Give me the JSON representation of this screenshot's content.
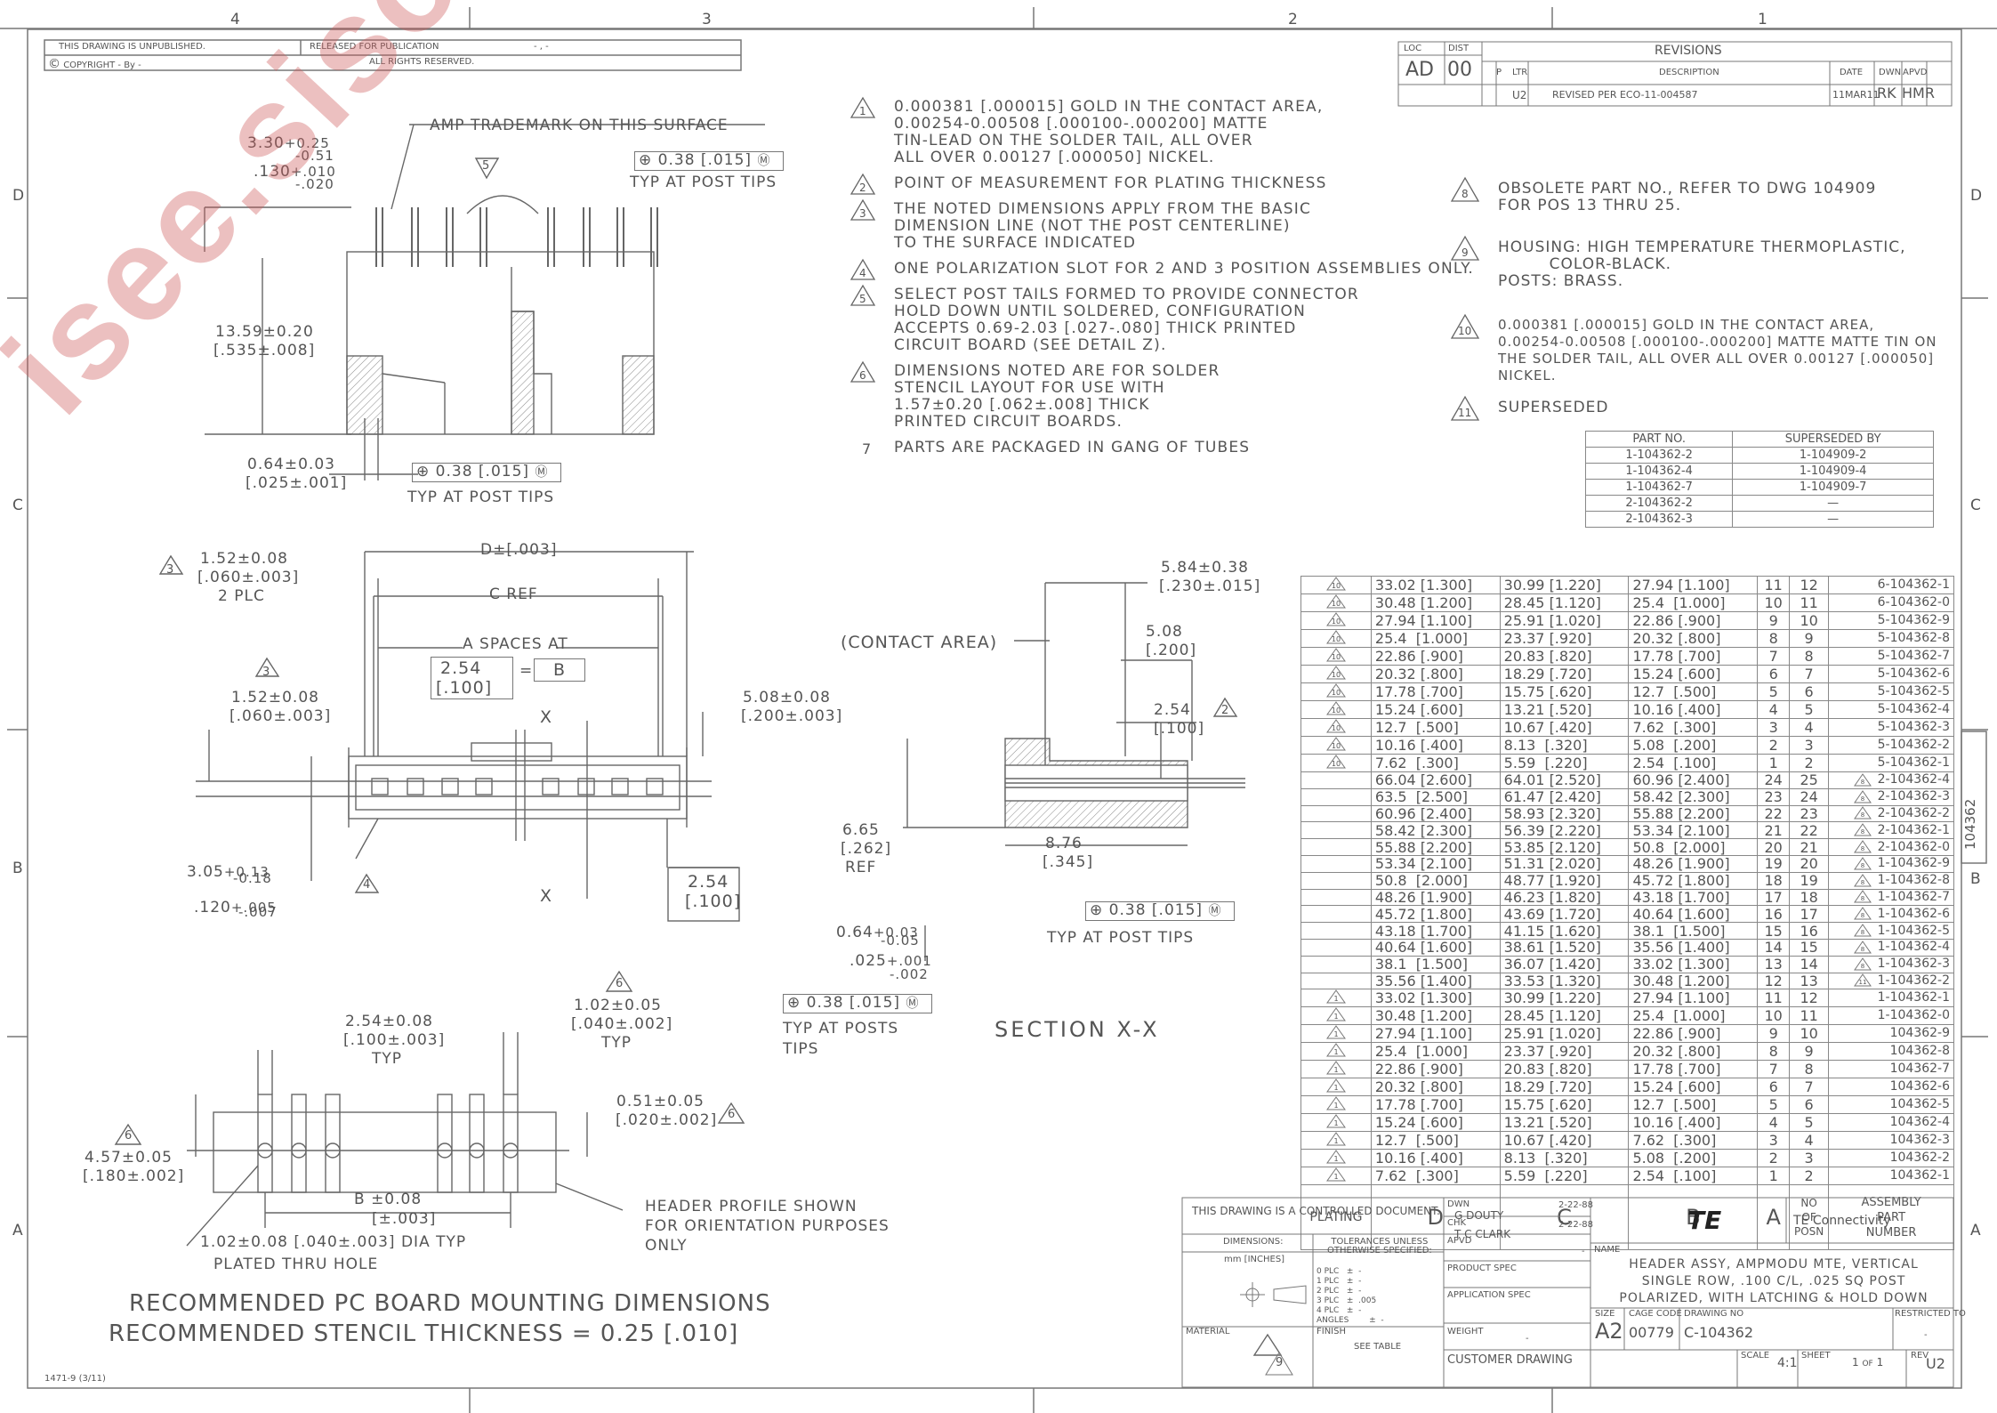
{
  "frame": {
    "zones_top": [
      "4",
      "3",
      "2",
      "1"
    ],
    "zones_side": [
      "D",
      "C",
      "B",
      "A"
    ]
  },
  "header_left": {
    "unpublished": "THIS DRAWING IS UNPUBLISHED.",
    "released": "RELEASED FOR PUBLICATION",
    "copyright": "COPYRIGHT  -    By -",
    "rights": "ALL RIGHTS RESERVED.",
    "dash": "- , -"
  },
  "revisions": {
    "title": "REVISIONS",
    "loc_label": "LOC",
    "loc": "AD",
    "dist_label": "DIST",
    "dist": "00",
    "p": "P",
    "cols": [
      "LTR",
      "DESCRIPTION",
      "DATE",
      "DWN",
      "APVD"
    ],
    "row": [
      "U2",
      "REVISED PER ECO-11-004587",
      "11MAR11",
      "RK",
      "HMR"
    ]
  },
  "notes": [
    {
      "num": "1",
      "tri": true,
      "lines": [
        "0.000381 [.000015] GOLD IN THE CONTACT AREA,",
        "0.00254-0.00508 [.000100-.000200] MATTE",
        "TIN-LEAD ON THE SOLDER TAIL, ALL OVER",
        "ALL OVER 0.00127 [.000050] NICKEL."
      ]
    },
    {
      "num": "2",
      "tri": true,
      "lines": [
        "POINT OF MEASUREMENT FOR PLATING THICKNESS"
      ]
    },
    {
      "num": "3",
      "tri": true,
      "lines": [
        "THE NOTED DIMENSIONS APPLY FROM THE BASIC",
        "DIMENSION LINE (NOT THE POST CENTERLINE)",
        "TO THE SURFACE INDICATED"
      ]
    },
    {
      "num": "4",
      "tri": true,
      "lines": [
        "ONE POLARIZATION SLOT FOR 2 AND 3 POSITION ASSEMBLIES ONLY."
      ]
    },
    {
      "num": "5",
      "tri": true,
      "lines": [
        "SELECT POST TAILS FORMED TO PROVIDE CONNECTOR",
        "HOLD DOWN UNTIL SOLDERED, CONFIGURATION",
        "ACCEPTS 0.69-2.03 [.027-.080] THICK PRINTED",
        "CIRCUIT BOARD (SEE DETAIL Z)."
      ]
    },
    {
      "num": "6",
      "tri": true,
      "lines": [
        "DIMENSIONS NOTED ARE FOR SOLDER",
        "STENCIL LAYOUT FOR USE WITH",
        "1.57±0.20 [.062±.008] THICK",
        "PRINTED CIRCUIT BOARDS."
      ]
    },
    {
      "num": "7",
      "tri": false,
      "lines": [
        "PARTS ARE PACKAGED IN GANG OF TUBES"
      ]
    }
  ],
  "notes_right": [
    {
      "num": "8",
      "lines": [
        "OBSOLETE PART NO., REFER TO DWG 104909",
        "FOR POS 13 THRU 25."
      ]
    },
    {
      "num": "9",
      "lines": [
        "HOUSING: HIGH TEMPERATURE THERMOPLASTIC,",
        "         COLOR-BLACK.",
        "POSTS: BRASS."
      ]
    },
    {
      "num": "10",
      "lines": [
        "0.000381 [.000015] GOLD IN THE CONTACT AREA,",
        "0.00254-0.00508 [.000100-.000200] MATTE MATTE TIN ON",
        "THE SOLDER TAIL, ALL OVER ALL OVER 0.00127 [.000050]",
        "NICKEL."
      ]
    },
    {
      "num": "11",
      "lines": [
        "SUPERSEDED"
      ]
    }
  ],
  "superseded": {
    "headers": [
      "PART NO.",
      "SUPERSEDED BY"
    ],
    "rows": [
      [
        "1-104362-2",
        "1-104909-2"
      ],
      [
        "1-104362-4",
        "1-104909-4"
      ],
      [
        "1-104362-7",
        "1-104909-7"
      ],
      [
        "2-104362-2",
        "—"
      ],
      [
        "2-104362-3",
        "—"
      ]
    ]
  },
  "table": {
    "rows": [
      [
        "10",
        "33.02 [1.300]",
        "30.99 [1.220]",
        "27.94 [1.100]",
        "11",
        "12",
        "",
        "6-104362-1"
      ],
      [
        "10",
        "30.48 [1.200]",
        "28.45 [1.120]",
        "25.4  [1.000]",
        "10",
        "11",
        "",
        "6-104362-0"
      ],
      [
        "10",
        "27.94 [1.100]",
        "25.91 [1.020]",
        "22.86 [.900]",
        "9",
        "10",
        "",
        "5-104362-9"
      ],
      [
        "10",
        "25.4  [1.000]",
        "23.37 [.920]",
        "20.32 [.800]",
        "8",
        "9",
        "",
        "5-104362-8"
      ],
      [
        "10",
        "22.86 [.900]",
        "20.83 [.820]",
        "17.78 [.700]",
        "7",
        "8",
        "",
        "5-104362-7"
      ],
      [
        "10",
        "20.32 [.800]",
        "18.29 [.720]",
        "15.24 [.600]",
        "6",
        "7",
        "",
        "5-104362-6"
      ],
      [
        "10",
        "17.78 [.700]",
        "15.75 [.620]",
        "12.7  [.500]",
        "5",
        "6",
        "",
        "5-104362-5"
      ],
      [
        "10",
        "15.24 [.600]",
        "13.21 [.520]",
        "10.16 [.400]",
        "4",
        "5",
        "",
        "5-104362-4"
      ],
      [
        "10",
        "12.7  [.500]",
        "10.67 [.420]",
        "7.62  [.300]",
        "3",
        "4",
        "",
        "5-104362-3"
      ],
      [
        "10",
        "10.16 [.400]",
        "8.13  [.320]",
        "5.08  [.200]",
        "2",
        "3",
        "",
        "5-104362-2"
      ],
      [
        "10",
        "7.62  [.300]",
        "5.59  [.220]",
        "2.54  [.100]",
        "1",
        "2",
        "",
        "5-104362-1"
      ],
      [
        "",
        "66.04 [2.600]",
        "64.01 [2.520]",
        "60.96 [2.400]",
        "24",
        "25",
        "8",
        "2-104362-4"
      ],
      [
        "",
        "63.5  [2.500]",
        "61.47 [2.420]",
        "58.42 [2.300]",
        "23",
        "24",
        "8",
        "2-104362-3"
      ],
      [
        "",
        "60.96 [2.400]",
        "58.93 [2.320]",
        "55.88 [2.200]",
        "22",
        "23",
        "8",
        "2-104362-2"
      ],
      [
        "",
        "58.42 [2.300]",
        "56.39 [2.220]",
        "53.34 [2.100]",
        "21",
        "22",
        "8",
        "2-104362-1"
      ],
      [
        "",
        "55.88 [2.200]",
        "53.85 [2.120]",
        "50.8  [2.000]",
        "20",
        "21",
        "8",
        "2-104362-0"
      ],
      [
        "",
        "53.34 [2.100]",
        "51.31 [2.020]",
        "48.26 [1.900]",
        "19",
        "20",
        "8",
        "1-104362-9"
      ],
      [
        "",
        "50.8  [2.000]",
        "48.77 [1.920]",
        "45.72 [1.800]",
        "18",
        "19",
        "8",
        "1-104362-8"
      ],
      [
        "",
        "48.26 [1.900]",
        "46.23 [1.820]",
        "43.18 [1.700]",
        "17",
        "18",
        "8",
        "1-104362-7"
      ],
      [
        "",
        "45.72 [1.800]",
        "43.69 [1.720]",
        "40.64 [1.600]",
        "16",
        "17",
        "8",
        "1-104362-6"
      ],
      [
        "",
        "43.18 [1.700]",
        "41.15 [1.620]",
        "38.1  [1.500]",
        "15",
        "16",
        "8",
        "1-104362-5"
      ],
      [
        "",
        "40.64 [1.600]",
        "38.61 [1.520]",
        "35.56 [1.400]",
        "14",
        "15",
        "8",
        "1-104362-4"
      ],
      [
        "",
        "38.1  [1.500]",
        "36.07 [1.420]",
        "33.02 [1.300]",
        "13",
        "14",
        "8",
        "1-104362-3"
      ],
      [
        "",
        "35.56 [1.400]",
        "33.53 [1.320]",
        "30.48 [1.200]",
        "12",
        "13",
        "11",
        "1-104362-2"
      ],
      [
        "1",
        "33.02 [1.300]",
        "30.99 [1.220]",
        "27.94 [1.100]",
        "11",
        "12",
        "",
        "1-104362-1"
      ],
      [
        "1",
        "30.48 [1.200]",
        "28.45 [1.120]",
        "25.4  [1.000]",
        "10",
        "11",
        "",
        "1-104362-0"
      ],
      [
        "1",
        "27.94 [1.100]",
        "25.91 [1.020]",
        "22.86 [.900]",
        "9",
        "10",
        "",
        "104362-9"
      ],
      [
        "1",
        "25.4  [1.000]",
        "23.37 [.920]",
        "20.32 [.800]",
        "8",
        "9",
        "",
        "104362-8"
      ],
      [
        "1",
        "22.86 [.900]",
        "20.83 [.820]",
        "17.78 [.700]",
        "7",
        "8",
        "",
        "104362-7"
      ],
      [
        "1",
        "20.32 [.800]",
        "18.29 [.720]",
        "15.24 [.600]",
        "6",
        "7",
        "",
        "104362-6"
      ],
      [
        "1",
        "17.78 [.700]",
        "15.75 [.620]",
        "12.7  [.500]",
        "5",
        "6",
        "",
        "104362-5"
      ],
      [
        "1",
        "15.24 [.600]",
        "13.21 [.520]",
        "10.16 [.400]",
        "4",
        "5",
        "",
        "104362-4"
      ],
      [
        "1",
        "12.7  [.500]",
        "10.67 [.420]",
        "7.62  [.300]",
        "3",
        "4",
        "",
        "104362-3"
      ],
      [
        "1",
        "10.16 [.400]",
        "8.13  [.320]",
        "5.08  [.200]",
        "2",
        "3",
        "",
        "104362-2"
      ],
      [
        "1",
        "7.62  [.300]",
        "5.59  [.220]",
        "2.54  [.100]",
        "1",
        "2",
        "",
        "104362-1"
      ]
    ],
    "footer": {
      "plating": "PLATING",
      "d": "D",
      "c": "C",
      "b": "B",
      "a": "A",
      "posn": "NO\nOF\nPOSN",
      "assembly": "ASSEMBLY\nPART\nNUMBER"
    }
  },
  "side_tab": "104362",
  "drawing_labels": {
    "amp": "AMP TRADEMARK ON THIS SURFACE",
    "d1a": "3.30",
    "d1b": "+0.25",
    "d1c": "-0.51",
    "d1d": ".130",
    "d1e": "+.010",
    "d1f": "-.020",
    "h1": "13.59±0.20",
    "h2": "[.535±.008]",
    "p1": "0.64±0.03",
    "p2": "[.025±.001]",
    "tol1": "0.38 [.015]",
    "tol_m": "M",
    "typ_post": "TYP AT POST TIPS",
    "dd": "D±[.003]",
    "cref": "C REF",
    "aspace": "A SPACES AT",
    "p254": "2.54",
    "p100": "[.100]",
    "eq": "=",
    "bb": "B",
    "n3a": "1.52±0.08",
    "n3b": "[.060±.003]",
    "n3c": "2 PLC",
    "n3d": "1.52±0.08",
    "n3e": "[.060±.003]",
    "w508": "5.08±0.08",
    "w200": "[.200±.003]",
    "x": "X",
    "t305": "3.05",
    "t013": "+0.13",
    "t018": "-0.18",
    "t120": ".120",
    "t005": "+.005",
    "t007": "-.007",
    "b254": "2.54",
    "b100": "[.100]",
    "contact": "(CONTACT AREA)",
    "s584": "5.84±0.38",
    "s230": "[.230±.015]",
    "s508": "5.08",
    "s200": "[.200]",
    "s254": "2.54",
    "s100": "[.100]",
    "s665": "6.65",
    "s262": "[.262]",
    "sref": "REF",
    "s876": "8.76",
    "s345": "[.345]",
    "s064": "0.64",
    "s003": "+0.03",
    "s005": "-0.05",
    "s025": ".025",
    "s001": "+.001",
    "s002": "-.002",
    "typ_posts": "TYP AT POSTS",
    "tips": "TIPS",
    "section": "SECTION X-X",
    "m254": "2.54±0.08",
    "m100": "[.100±.003]",
    "mtyp": "TYP",
    "m102": "1.02±0.05",
    "m040": "[.040±.002]",
    "mtyp2": "TYP",
    "m051": "0.51±0.05",
    "m020": "[.020±.002]",
    "m457": "4.57±0.05",
    "m180": "[.180±.002]",
    "mb": "B ±0.08",
    "mb3": "[±.003]",
    "hole1": "1.02±0.08 [.040±.003] DIA TYP",
    "hole2": "PLATED THRU HOLE",
    "prof1": "HEADER PROFILE SHOWN",
    "prof2": "FOR ORIENTATION PURPOSES",
    "prof3": "ONLY",
    "rec1": "RECOMMENDED PC BOARD MOUNTING DIMENSIONS",
    "rec2": "RECOMMENDED STENCIL THICKNESS = 0.25 [.010]",
    "form": "1471-9  (3/11)"
  },
  "title_block": {
    "controlled": "THIS DRAWING IS A CONTROLLED DOCUMENT.",
    "dwn_label": "DWN",
    "dwn": "G  DOUTY",
    "dwn_date": "2-22-88",
    "chk_label": "CHK",
    "chk": "T  C  CLARK",
    "chk_date": "2-22-88",
    "apvd_label": "APVD",
    "apvd_dash": "-",
    "product_spec": "PRODUCT SPEC",
    "app_spec": "APPLICATION SPEC",
    "weight": "WEIGHT",
    "weight_val": "-",
    "dimensions": "DIMENSIONS:",
    "mm": "mm [INCHES]",
    "tolerances": "TOLERANCES UNLESS\nOTHERWISE SPECIFIED:",
    "tol_rows": [
      "0 PLC   ±  -",
      "1 PLC   ±  -",
      "2 PLC   ±  -",
      "3 PLC   ±  .005",
      "4 PLC   ±  -",
      "ANGLES        ±  -"
    ],
    "material": "MATERIAL",
    "material_note": "9",
    "finish": "FINISH",
    "finish_val": "SEE TABLE",
    "customer": "CUSTOMER DRAWING",
    "brand": "TE Connectivity",
    "logo": "TE",
    "name_label": "NAME",
    "name_lines": [
      "HEADER ASSY, AMPMODU MTE, VERTICAL",
      "SINGLE ROW, .100 C/L, .025 SQ POST",
      "POLARIZED, WITH LATCHING & HOLD DOWN"
    ],
    "size_label": "SIZE",
    "size": "A2",
    "cage_label": "CAGE CODE",
    "cage": "00779",
    "dwg_label": "DRAWING NO",
    "dwg": "C-104362",
    "restricted": "RESTRICTED TO",
    "restricted_val": "-",
    "scale_label": "SCALE",
    "scale": "4:1",
    "sheet_label": "SHEET",
    "sheet": "1",
    "of": "OF",
    "sheets": "1",
    "rev_label": "REV",
    "rev": "U2"
  },
  "watermark": "isee.sisoog.com"
}
